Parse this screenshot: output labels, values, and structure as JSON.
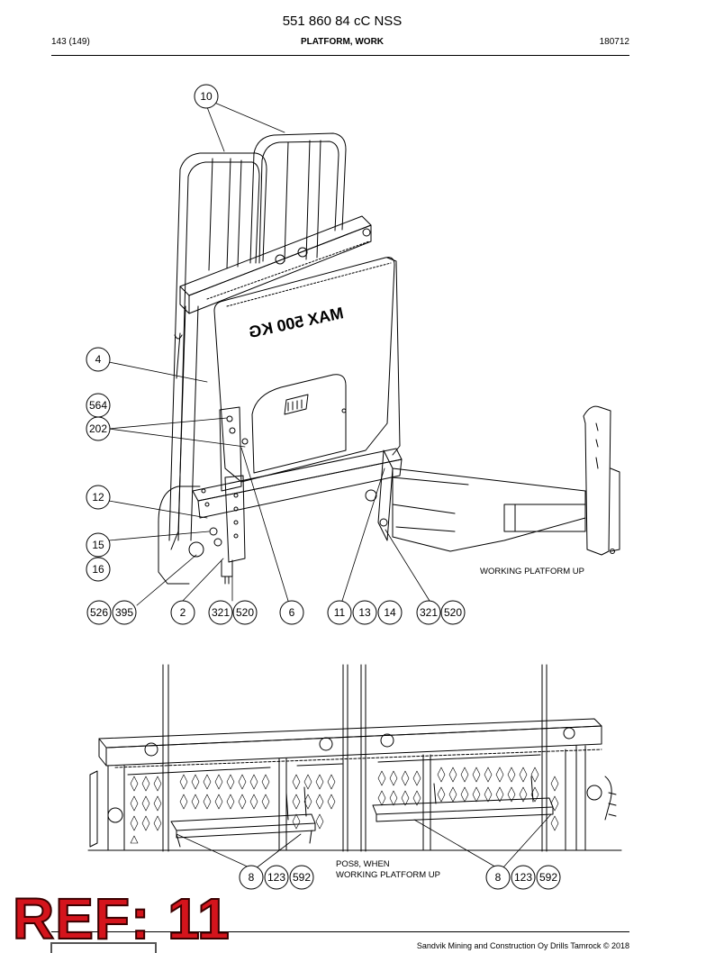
{
  "header": {
    "title": "551 860 84 cC NSS",
    "page": "143 (149)",
    "section": "PLATFORM, WORK",
    "date": "180712"
  },
  "drawing": {
    "sign_text": "MAX 500 KG",
    "note_upper": "WORKING PLATFORM UP",
    "note_lower_1": "POS8, WHEN",
    "note_lower_2": "WORKING PLATFORM UP",
    "callouts": {
      "c10": "10",
      "c4": "4",
      "c564": "564",
      "c202": "202",
      "c12": "12",
      "c15": "15",
      "c16": "16",
      "c526": "526",
      "c395": "395",
      "c2": "2",
      "c321a": "321",
      "c520a": "520",
      "c6": "6",
      "c11": "11",
      "c13": "13",
      "c14": "14",
      "c321b": "321",
      "c520b": "520",
      "c8a": "8",
      "c123a": "123",
      "c592a": "592",
      "c8b": "8",
      "c123b": "123",
      "c592b": "592"
    }
  },
  "badge": {
    "text": "REF: 11",
    "color": "#d4141c"
  },
  "footer": {
    "text": "Sandvik Mining and Construction Oy Drills Tamrock © 2018"
  }
}
